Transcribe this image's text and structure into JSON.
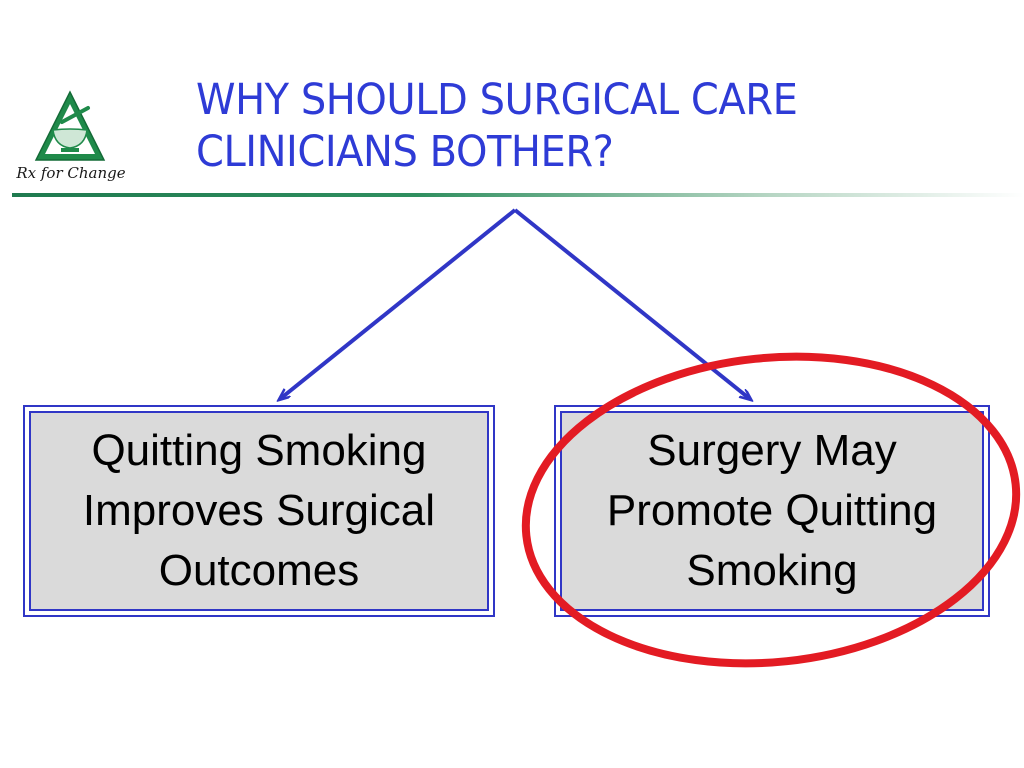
{
  "logo": {
    "text": "Rx for Change"
  },
  "title": {
    "line1": "WHY SHOULD SURGICAL CARE",
    "line2": "CLINICIANS BOTHER?"
  },
  "boxes": {
    "left": {
      "line1": "Quitting Smoking",
      "line2": "Improves Surgical",
      "line3": "Outcomes"
    },
    "right": {
      "line1": "Surgery May",
      "line2": "Promote Quitting",
      "line3": "Smoking"
    }
  },
  "colors": {
    "title": "#2e3bd6",
    "arrows": "#3036c6",
    "highlight_ellipse": "#e31b23",
    "box_fill": "#dadada",
    "rule": "#1f7a4f",
    "logo_green": "#1f8a4a"
  },
  "icons": {
    "logo": "mortar-pestle-triangle-icon"
  }
}
